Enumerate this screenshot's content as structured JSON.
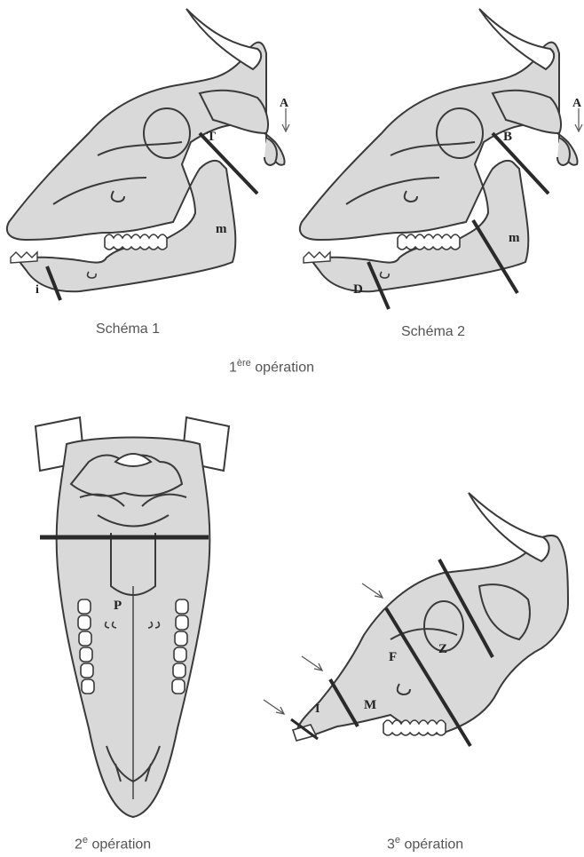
{
  "captions": {
    "schema1": "Schéma 1",
    "schema2": "Schéma 2",
    "op1_num": "1",
    "op1_sup": "ère",
    "op1_word": "opération",
    "op2_num": "2",
    "op2_sup": "e",
    "op2_word": "opération",
    "op3_num": "3",
    "op3_sup": "e",
    "op3_word": "opération"
  },
  "labels": {
    "s1_A": "A",
    "s1_T": "T",
    "s1_m": "m",
    "s1_i": "i",
    "s2_A": "A",
    "s2_B": "B",
    "s2_m": "m",
    "s2_D": "D",
    "op2_P": "P",
    "op3_Z": "Z",
    "op3_F": "F",
    "op3_M": "M",
    "op3_I": "I"
  },
  "colors": {
    "bone": "#d9d9d9",
    "outline": "#3a3a3a",
    "cut_line": "#2a2a2a",
    "horn": "#ffffff"
  }
}
